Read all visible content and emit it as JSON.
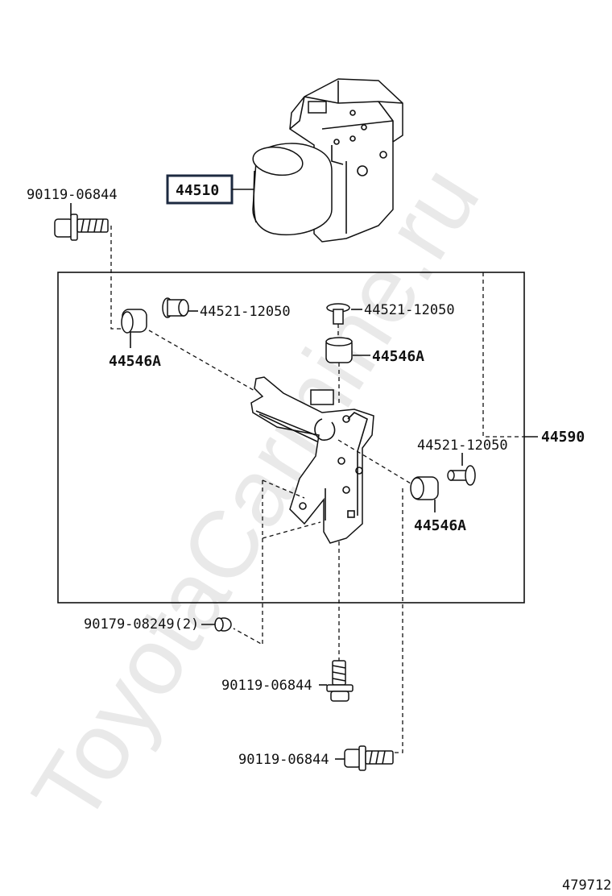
{
  "watermark": "ToyotaCarmine.ru",
  "diagram_id": "479712",
  "parts": {
    "actuator": "44510",
    "bracket_assembly": "44590",
    "bolt_top_left": "90119-06844",
    "bolt_bottom_center": "90119-06844",
    "bolt_bottom_right": "90119-06844",
    "nut": "90179-08249(2)",
    "collar_left": "44521-12050",
    "collar_center": "44521-12050",
    "collar_right": "44521-12050",
    "cushion_left": "44546A",
    "cushion_center": "44546A",
    "cushion_right": "44546A"
  },
  "icons": {
    "actuator": "abs-actuator-icon",
    "bracket": "bracket-icon",
    "bolt": "flange-bolt-icon",
    "nut": "nut-icon",
    "collar": "collar-icon",
    "cushion": "cushion-icon"
  }
}
